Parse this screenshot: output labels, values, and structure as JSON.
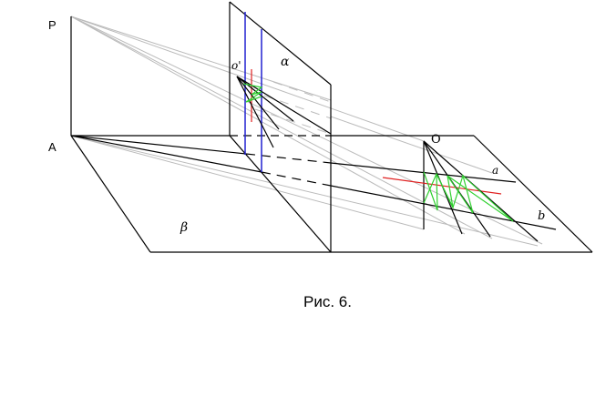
{
  "labels": {
    "P": "P",
    "A": "A",
    "o_prime": "o'",
    "alpha": "α",
    "beta": "β",
    "O": "O",
    "a": "a",
    "b": "b"
  },
  "caption": "Рис. 6.",
  "colors": {
    "line": "#000000",
    "guide": "#b4b4b4",
    "blue": "#2020d0",
    "red": "#e02020",
    "green": "#30d030"
  }
}
